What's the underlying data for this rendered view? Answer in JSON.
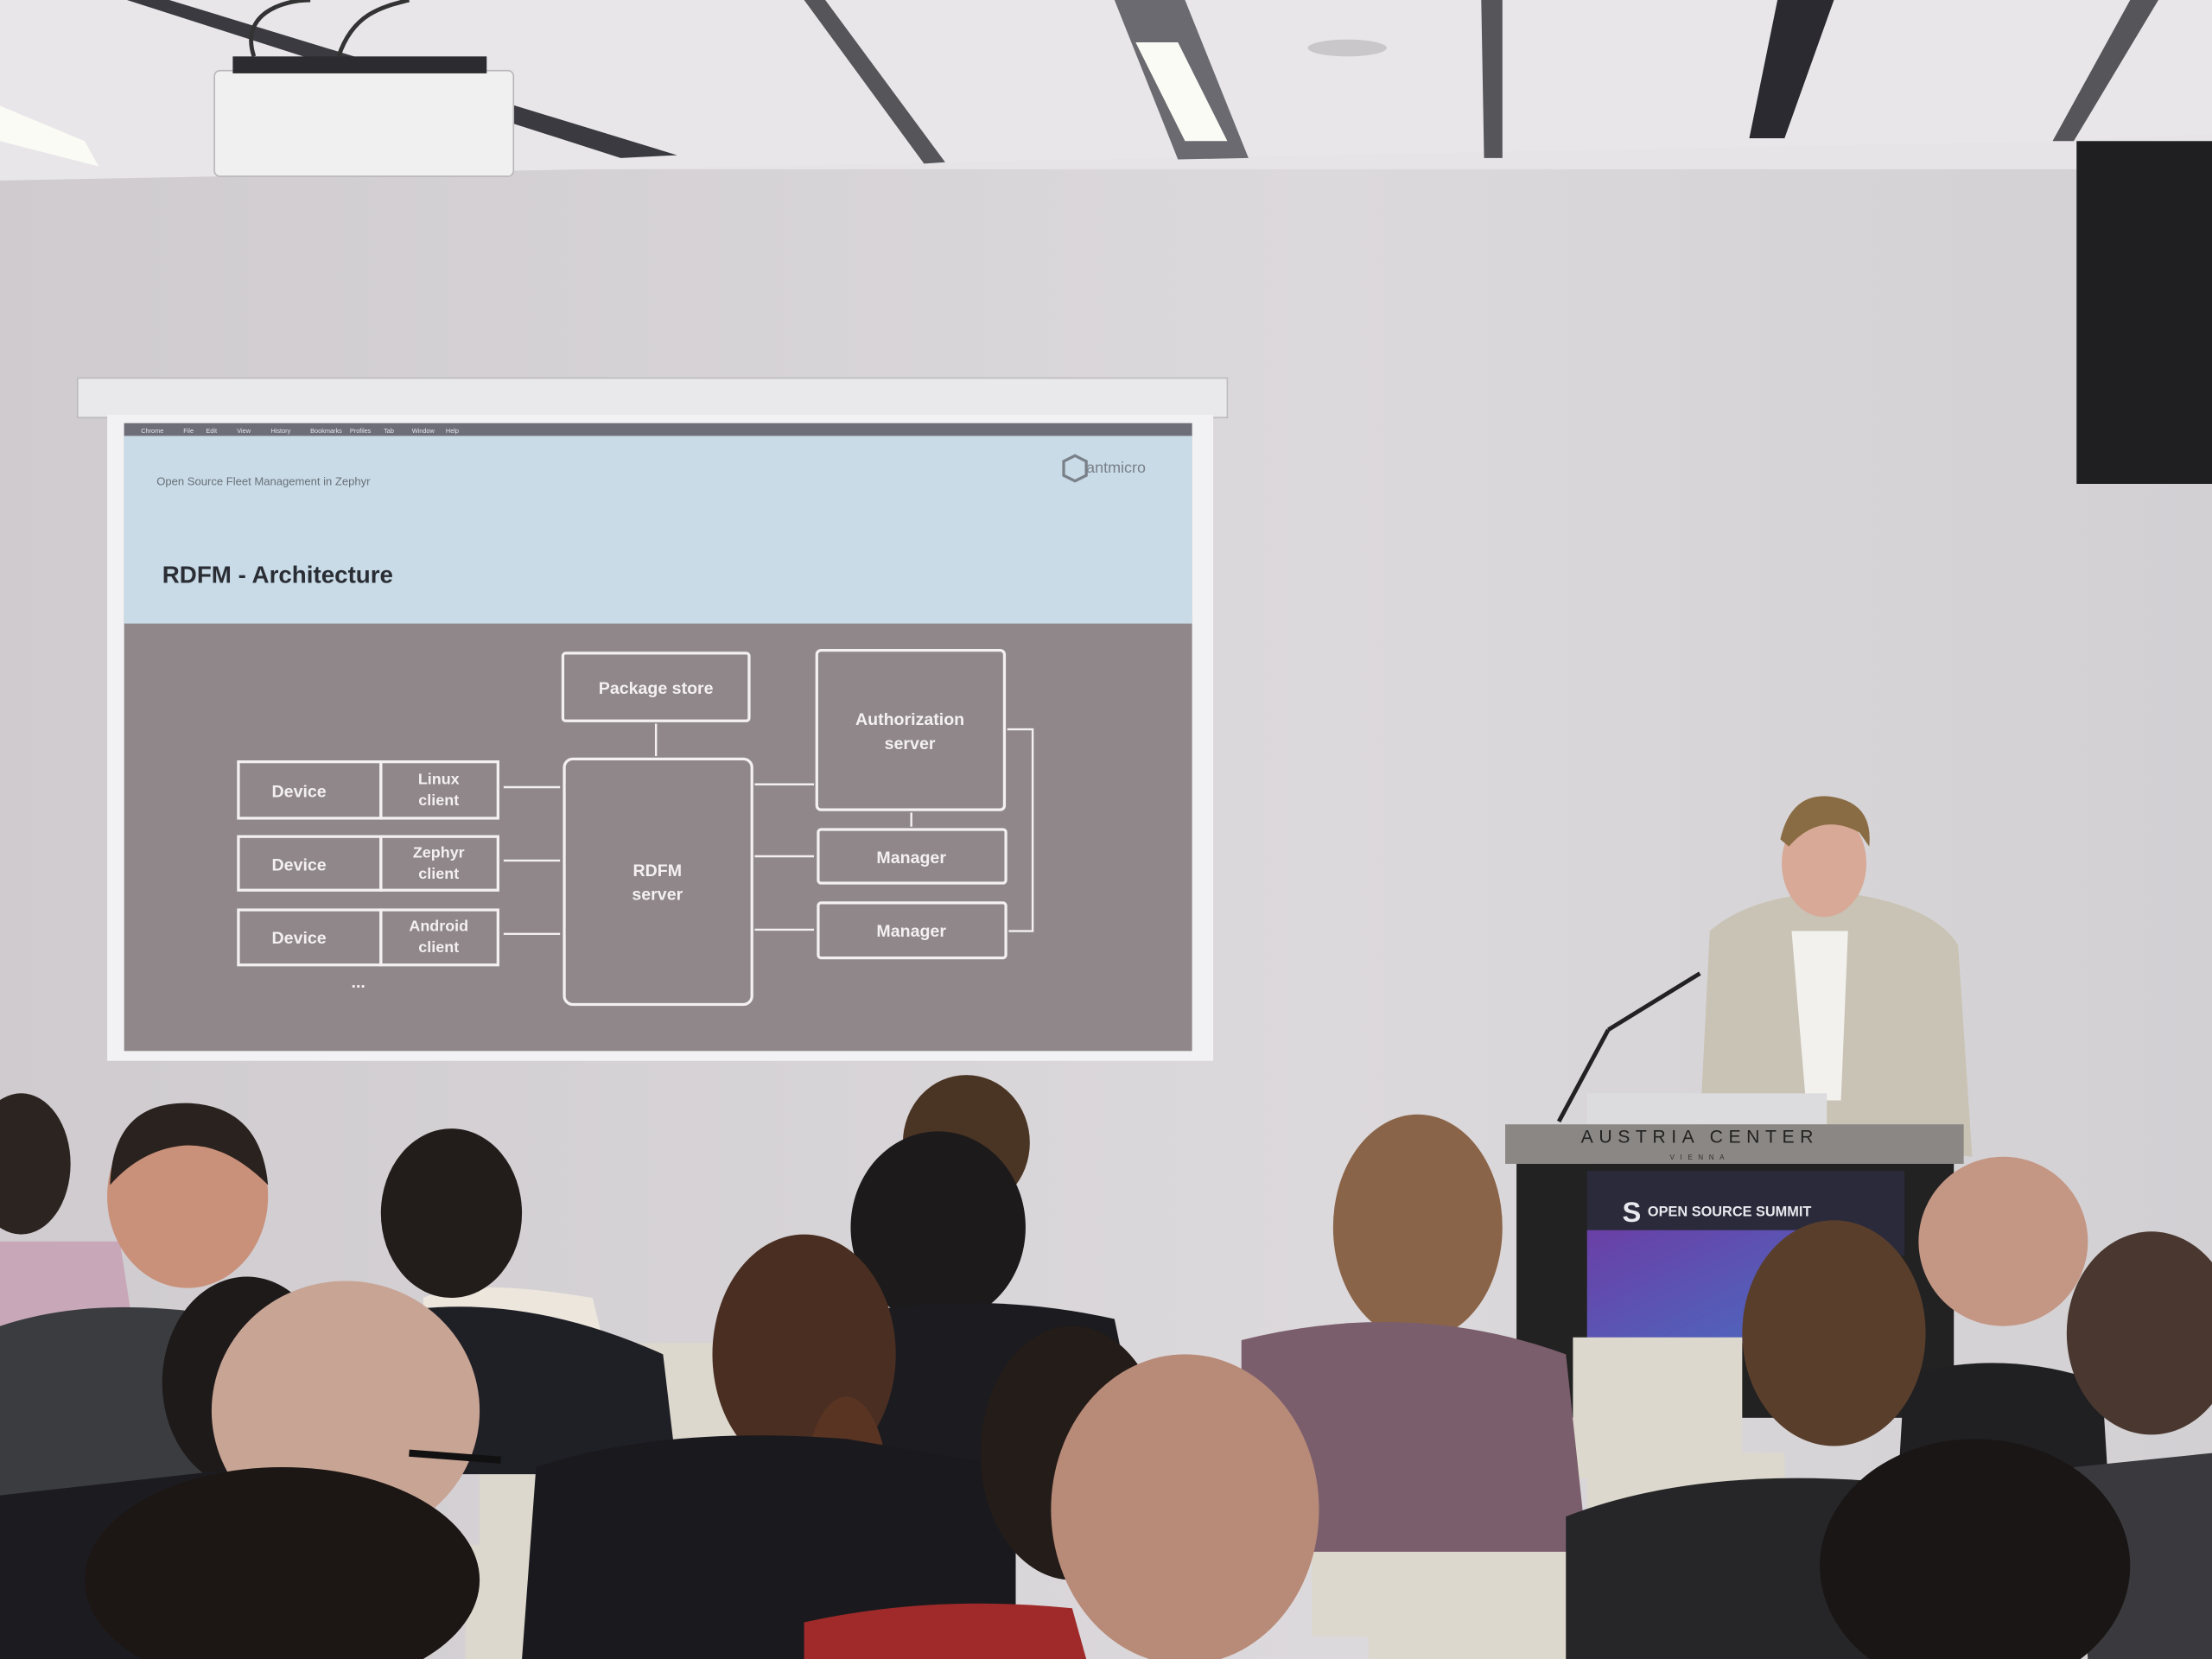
{
  "slide": {
    "menu_items": [
      "Chrome",
      "File",
      "Edit",
      "View",
      "History",
      "Bookmarks",
      "Profiles",
      "Tab",
      "Window",
      "Help"
    ],
    "subtitle": "Open Source Fleet Management in Zephyr",
    "logo": "antmicro",
    "title": "RDFM - Architecture",
    "diagram": {
      "package_store": "Package store",
      "auth_server_line1": "Authorization",
      "auth_server_line2": "server",
      "rdfm_line1": "RDFM",
      "rdfm_line2": "server",
      "manager1": "Manager",
      "manager2": "Manager",
      "devices": [
        {
          "device": "Device",
          "client_line1": "Linux",
          "client_line2": "client"
        },
        {
          "device": "Device",
          "client_line1": "Zephyr",
          "client_line2": "client"
        },
        {
          "device": "Device",
          "client_line1": "Android",
          "client_line2": "client"
        }
      ],
      "ellipsis": "..."
    }
  },
  "podium": {
    "venue": "AUSTRIA CENTER",
    "city": "VIENNA",
    "banner": "OPEN SOURCE SUMMIT"
  },
  "colors": {
    "wall": "#d6d3d6",
    "slide_body": "#8f8789",
    "slide_header": "#c8dbe7",
    "podium_banner": "#2a2a3a",
    "banner_gradient": "#7a4fb0"
  }
}
